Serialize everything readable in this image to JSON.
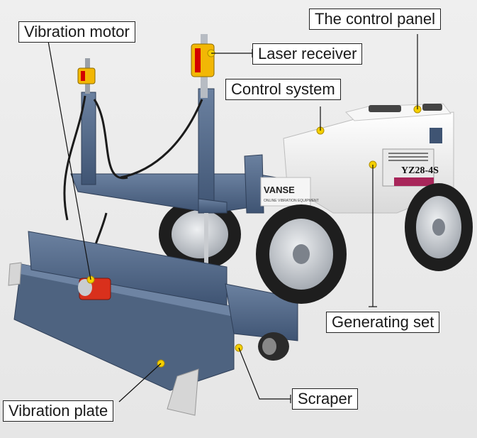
{
  "labels": {
    "vibration_motor": "Vibration motor",
    "control_panel": "The control panel",
    "laser_receiver": "Laser receiver",
    "control_system": "Control system",
    "generating_set": "Generating set",
    "scraper": "Scraper",
    "vibration_plate": "Vibration plate"
  },
  "machine": {
    "model_plate": "YZ28-4S",
    "brand": "VANSE",
    "brand_tagline": "ONLINE VIBRATION EQUIPMENT"
  },
  "colors": {
    "frame": "#556b8a",
    "body": "#f4f4f4",
    "laser": "#f2b705",
    "motor": "#d9301c",
    "tyre": "#1e1e1e",
    "hub": "#c9ccd0",
    "accent": "#a8265a"
  }
}
